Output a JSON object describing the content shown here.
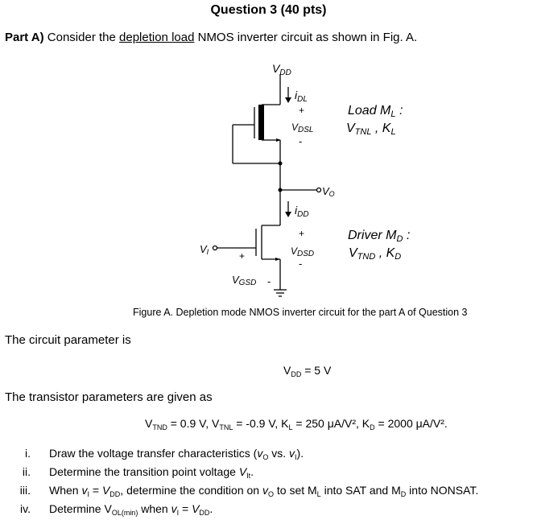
{
  "title": "Question 3 (40 pts)",
  "part_a": {
    "prefix": "Part A)",
    "text1": " Consider the ",
    "underlined": "depletion load",
    "text2": " NMOS inverter circuit as shown in Fig. A."
  },
  "figure": {
    "vdd": "V",
    "vdd_sub": "DD",
    "idl": "i",
    "idl_sub": "DL",
    "plus": "+",
    "minus": "-",
    "vdsl": "V",
    "vdsl_sub": "DSL",
    "load_title": "Load M",
    "load_title_sub": "L",
    "load_colon": " :",
    "load_params": "V",
    "load_params_sub1": "TNL",
    "load_params_sep": " , K",
    "load_params_sub2": "L",
    "vo": "V",
    "vo_sub": "O",
    "idd": "i",
    "idd_sub": "DD",
    "vdsd": "V",
    "vdsd_sub": "DSD",
    "vi": "V",
    "vi_sub": "I",
    "vgsd": "V",
    "vgsd_sub": "GSD",
    "driver_title": "Driver M",
    "driver_title_sub": "D",
    "driver_colon": " :",
    "driver_params": "V",
    "driver_params_sub1": "TND",
    "driver_params_sep": " , K",
    "driver_params_sub2": "D",
    "caption": "Figure A. Depletion mode NMOS inverter circuit for the part A of Question 3"
  },
  "circuit_param_intro": "The circuit parameter is",
  "vdd_eq": {
    "v": "V",
    "sub": "DD",
    "rest": " = 5 V"
  },
  "transistor_param_intro": "The transistor parameters are given as",
  "params": {
    "p1": "V",
    "p1_sub": "TND",
    "p1_rest": " = 0.9 V, V",
    "p2_sub": "TNL",
    "p2_rest": " = -0.9 V, K",
    "p3_sub": "L",
    "p3_rest": " = 250 μA/V², K",
    "p4_sub": "D",
    "p4_rest": " = 2000 μA/V²."
  },
  "items": [
    {
      "num": "i.",
      "a": "Draw the voltage transfer characteristics (",
      "b": "v",
      "b_sub": "O",
      "c": " vs. ",
      "d": "v",
      "d_sub": "I",
      "e": ")."
    },
    {
      "num": "ii.",
      "a": "Determine the transition point voltage ",
      "b": "V",
      "b_sub": "It",
      "c": "."
    },
    {
      "num": "iii.",
      "a": "When ",
      "b": "v",
      "b_sub": "I",
      "c": " = ",
      "d": "V",
      "d_sub": "DD",
      "e": ", determine the condition on ",
      "f": "v",
      "f_sub": "O",
      "g": " to set M",
      "g_sub": "L",
      "h": " into SAT and M",
      "h_sub": "D",
      "i": " into NONSAT."
    },
    {
      "num": "iv.",
      "a": "Determine V",
      "a_sub": "OL(min)",
      "b": " when ",
      "c": "v",
      "c_sub": "I",
      "d": " = ",
      "e": "V",
      "e_sub": "DD",
      "f": "."
    }
  ]
}
